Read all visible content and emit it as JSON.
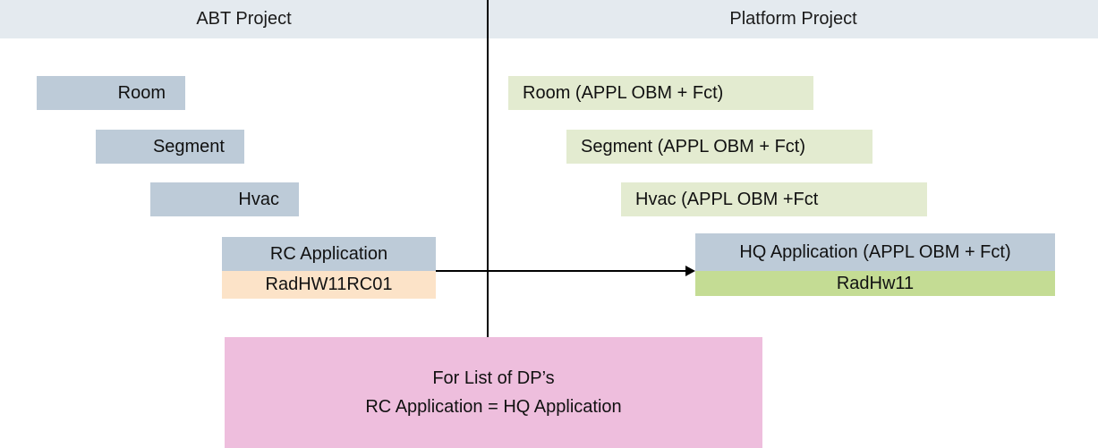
{
  "header": {
    "left_title": "ABT Project",
    "right_title": "Platform Project"
  },
  "left_column": {
    "nodes": [
      {
        "label": "Room"
      },
      {
        "label": "Segment"
      },
      {
        "label": "Hvac"
      },
      {
        "label": "RC Application"
      },
      {
        "label": "RadHW11RC01"
      }
    ]
  },
  "right_column": {
    "nodes": [
      {
        "label": "Room (APPL OBM + Fct)"
      },
      {
        "label": "Segment (APPL OBM + Fct)"
      },
      {
        "label": "Hvac (APPL OBM +Fct"
      },
      {
        "label": "HQ Application  (APPL OBM + Fct)"
      },
      {
        "label": "RadHw11"
      }
    ]
  },
  "note": {
    "line1": "For List of DP’s",
    "line2": "RC Application  =  HQ Application"
  },
  "colors": {
    "header_bar": "#e4eaef",
    "blue_grey": "#bdcbd8",
    "pale_green": "#e3ebd0",
    "peach": "#fce3c8",
    "olive_green": "#c4dc94",
    "pink": "#eebedd",
    "line": "#000000"
  }
}
